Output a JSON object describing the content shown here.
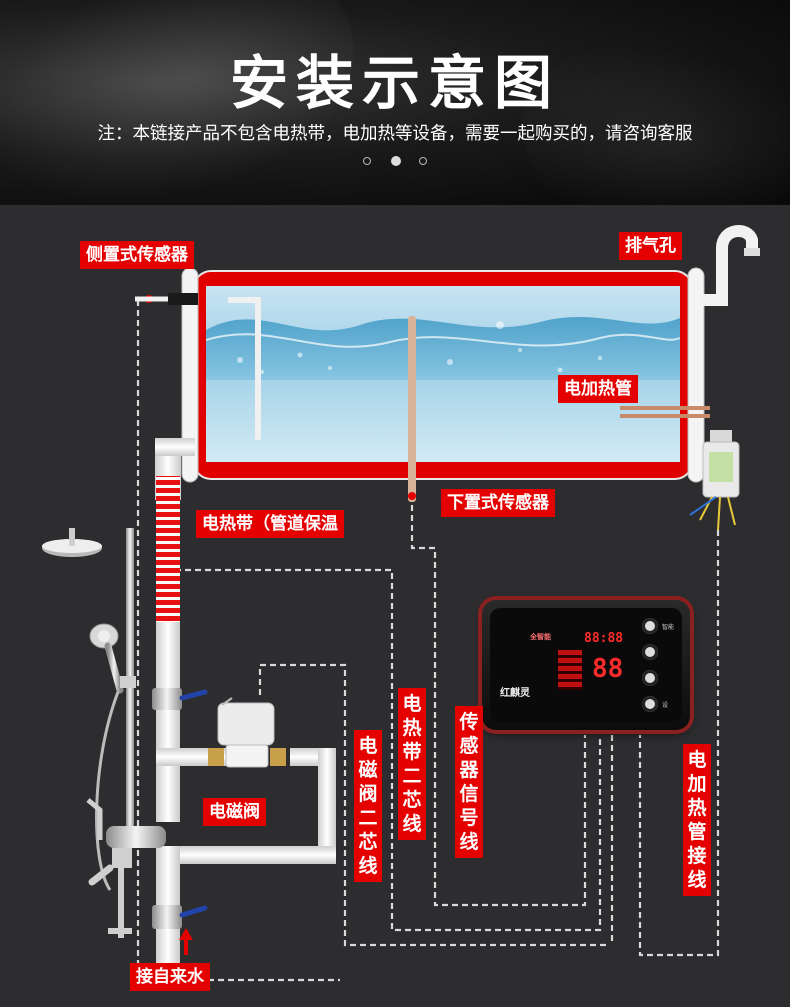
{
  "header": {
    "title": "安装示意图",
    "subtitle": "注：本链接产品不包含电热带，电加热等设备，需要一起购买的，请咨询客服",
    "carousel_dots": 3,
    "carousel_active_index": 1
  },
  "labels": {
    "side_sensor": "侧置式传感器",
    "vent": "排气孔",
    "heating_tube": "电加热管",
    "bottom_sensor": "下置式传感器",
    "heat_tape": "电热带（管道保温",
    "solenoid_valve": "电磁阀",
    "tap_water": "接自来水"
  },
  "vertical_labels": {
    "heat_tape_wire": "电热带二芯线",
    "solenoid_wire": "电磁阀二芯线",
    "sensor_signal_wire": "传感器信号线",
    "heater_wire": "电加热管接线"
  },
  "controller": {
    "brand": "红麒灵",
    "lcd_top": "88:88",
    "lcd_bottom": "88",
    "lcd_tag": "全智能",
    "button_labels": [
      "智能",
      "",
      "",
      "设"
    ]
  },
  "colors": {
    "accent_red": "#e50000",
    "background": "#2d2d30",
    "pipe_white": "#f2f2f2",
    "wire_dashed": "#d9d9d9"
  }
}
